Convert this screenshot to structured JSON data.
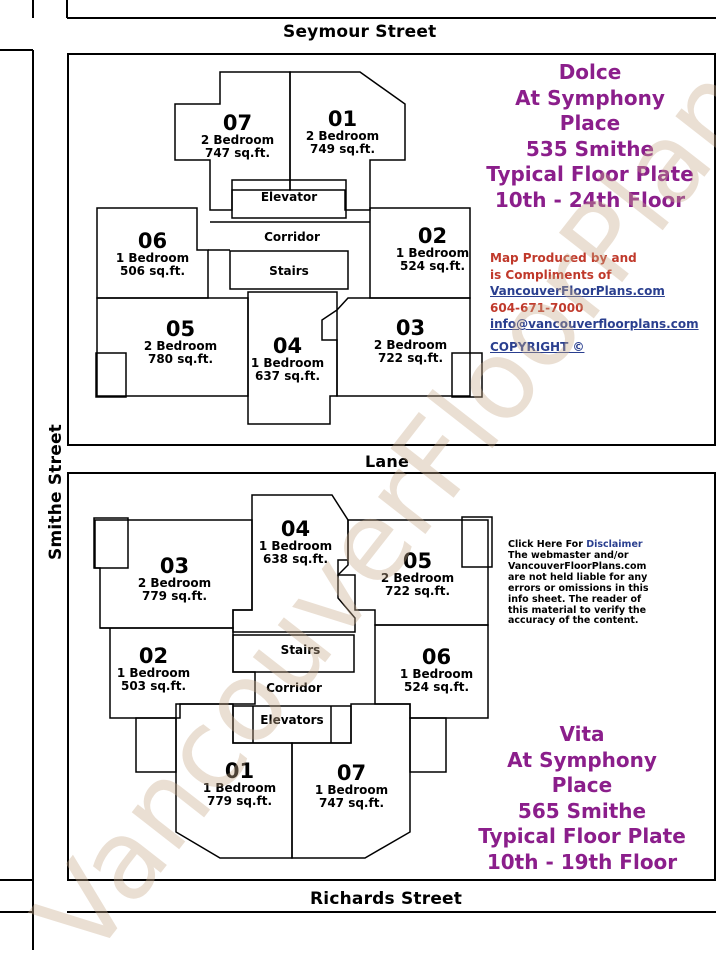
{
  "streets": {
    "top": "Seymour Street",
    "left": "Smithe Street",
    "middle": "Lane",
    "bottom": "Richards Street"
  },
  "dolce": {
    "title_lines": [
      "Dolce",
      "At Symphony",
      "Place",
      "535 Smithe",
      "Typical Floor Plate",
      "10th - 24th Floor"
    ],
    "rooms": {
      "elevator": "Elevator",
      "corridor": "Corridor",
      "stairs": "Stairs"
    },
    "units": [
      {
        "num": "07",
        "type": "2 Bedroom",
        "size": "747 sq.ft."
      },
      {
        "num": "01",
        "type": "2 Bedroom",
        "size": "749 sq.ft."
      },
      {
        "num": "06",
        "type": "1 Bedroom",
        "size": "506 sq.ft."
      },
      {
        "num": "02",
        "type": "1 Bedroom",
        "size": "524 sq.ft."
      },
      {
        "num": "05",
        "type": "2 Bedroom",
        "size": "780 sq.ft."
      },
      {
        "num": "04",
        "type": "1 Bedroom",
        "size": "637 sq.ft."
      },
      {
        "num": "03",
        "type": "2 Bedroom",
        "size": "722 sq.ft."
      }
    ]
  },
  "vita": {
    "title_lines": [
      "Vita",
      "At Symphony",
      "Place",
      "565 Smithe",
      "Typical Floor Plate",
      "10th - 19th Floor"
    ],
    "rooms": {
      "elevators": "Elevators",
      "corridor": "Corridor",
      "stairs": "Stairs"
    },
    "units": [
      {
        "num": "04",
        "type": "1 Bedroom",
        "size": "638 sq.ft."
      },
      {
        "num": "03",
        "type": "2 Bedroom",
        "size": "779 sq.ft."
      },
      {
        "num": "05",
        "type": "2 Bedroom",
        "size": "722 sq.ft."
      },
      {
        "num": "02",
        "type": "1 Bedroom",
        "size": "503 sq.ft."
      },
      {
        "num": "06",
        "type": "1 Bedroom",
        "size": "524 sq.ft."
      },
      {
        "num": "01",
        "type": "1 Bedroom",
        "size": "779 sq.ft."
      },
      {
        "num": "07",
        "type": "1 Bedroom",
        "size": "747 sq.ft."
      }
    ]
  },
  "credits": {
    "line1": "Map Produced by and",
    "line2": "is Compliments of",
    "website": "VancouverFloorPlans.com",
    "phone": "604-671-7000",
    "email": "info@vancouverfloorplans.com",
    "copyright": "COPYRIGHT ©"
  },
  "disclaimer": {
    "prefix": "Click Here For ",
    "link": "Disclaimer",
    "body": "The webmaster and/or VancouverFloorPlans.com are not held liable for any errors or omissions in this info sheet. The reader of this material to verify the accuracy of the content."
  },
  "watermark": "VancouverFloorPlans",
  "colors": {
    "title": "#8b1e8b",
    "credit_red": "#c0392b",
    "link_blue": "#2a3f8f",
    "watermark": "#c8aa8c"
  }
}
